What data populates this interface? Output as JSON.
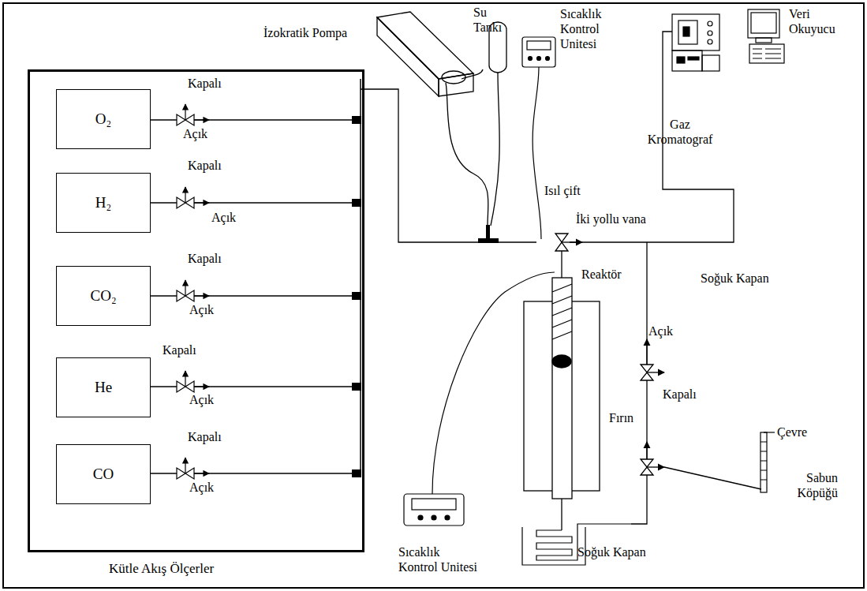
{
  "diagram": {
    "nodes": [
      {
        "text": [
          "Kütle Akış Ölçerler"
        ]
      },
      {
        "text": [
          "O₂"
        ],
        "in": 0
      },
      {
        "text": [
          "H₂"
        ],
        "in": 0
      },
      {
        "text": [
          "CO₂"
        ],
        "in": 0
      },
      {
        "text": [
          "He"
        ],
        "in": 0
      },
      {
        "text": [
          "CO"
        ],
        "in": 0
      }
    ],
    "edges": [],
    "labels": [
      "Kapalı",
      "Açık",
      "Kapalı",
      "Açık",
      "Kapalı",
      "Açık",
      "Kapalı",
      "Açık",
      "Kapalı",
      "Açık",
      "İzokratik Pompa",
      "Su Tankı",
      "Sıcaklık Kontrol Unitesi",
      "Gaz Kromatograf",
      "Veri Okuyucu",
      "Isıl çift",
      "İki yollu vana",
      "Soğuk Kapan",
      "Reaktör",
      "Açık",
      "Kapalı",
      "Fırın",
      "Sıcaklık Kontrol Unitesi",
      "Soğuk Kapan",
      "Çevre",
      "Sabun Köpüğü"
    ]
  }
}
